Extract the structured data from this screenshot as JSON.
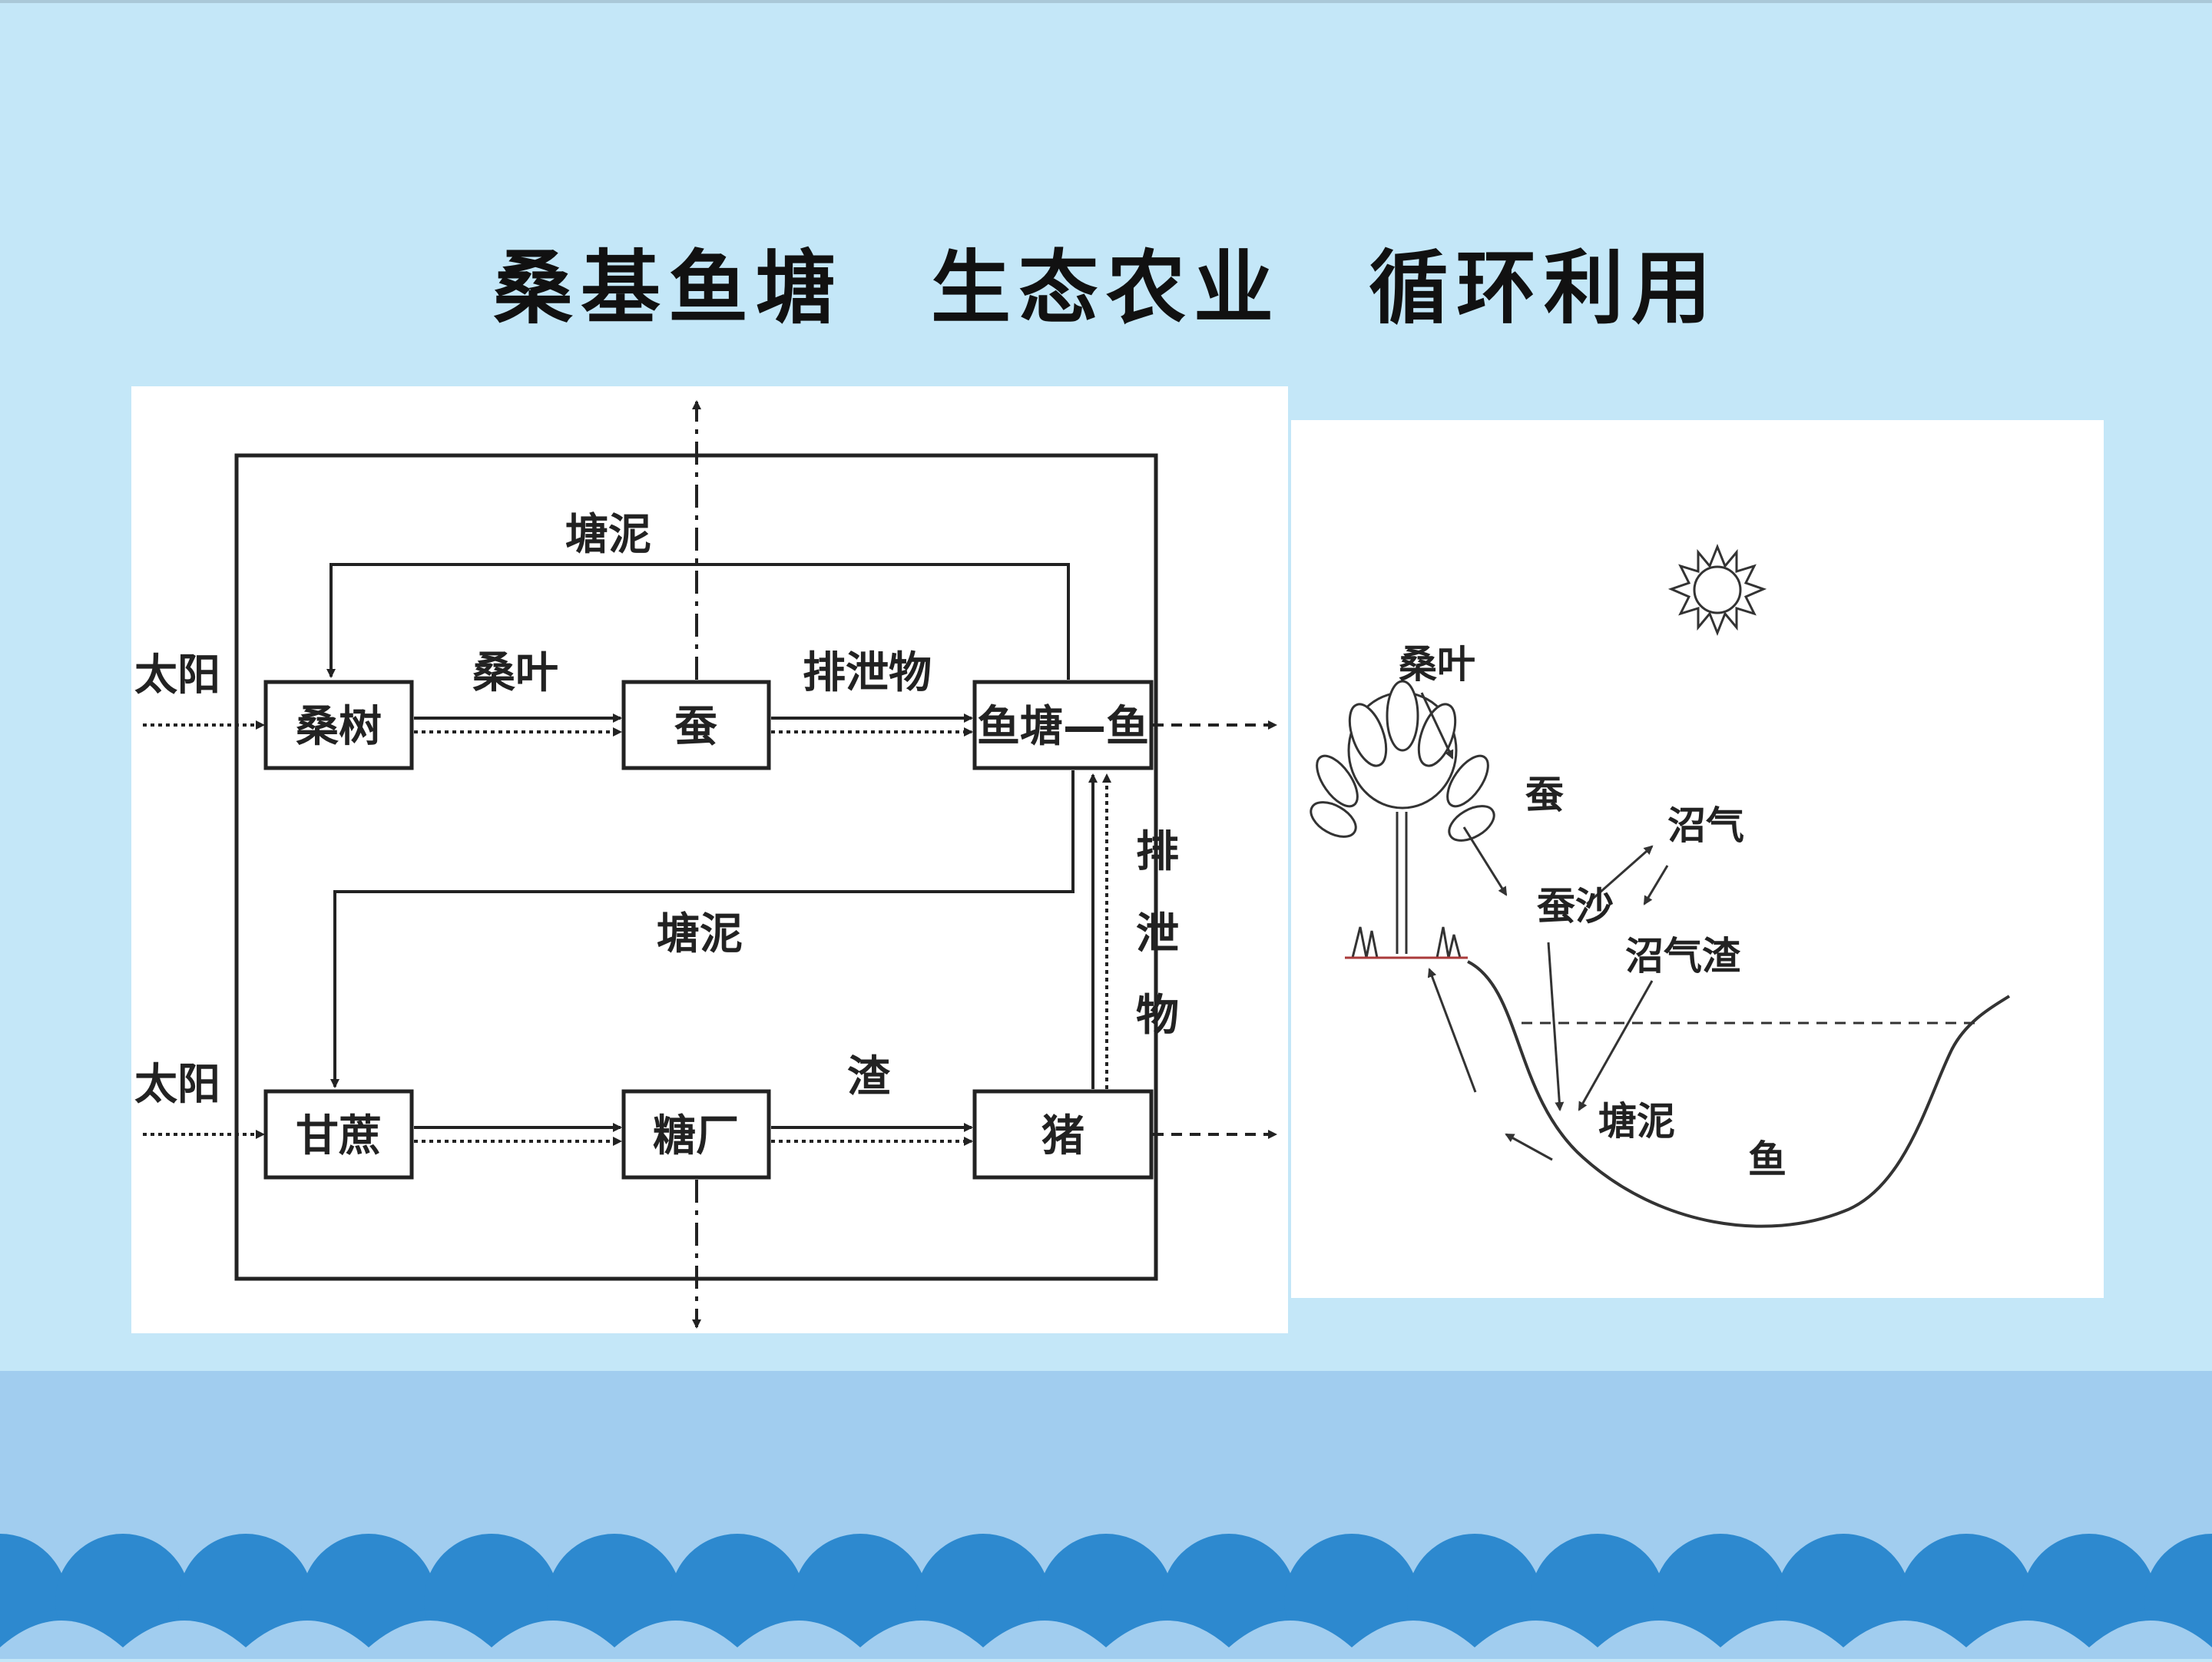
{
  "title": "桑基鱼塘　生态农业　循环利用",
  "flow_diagram": {
    "sun_top": "太阳",
    "sun_bottom": "太阳",
    "mulberry_tree": "桑树",
    "silkworm": "蚕",
    "fishpond": "鱼塘—鱼",
    "sugarcane": "甘蔗",
    "sugar_mill": "糖厂",
    "pig": "猪",
    "pond_mud_top": "塘泥",
    "pond_mud_mid": "塘泥",
    "mulberry_leaf": "桑叶",
    "excrement_top": "排泄物",
    "excrement_vertical": [
      "排",
      "泄",
      "物"
    ],
    "residue": "渣"
  },
  "scene_diagram": {
    "mulberry_leaf": "桑叶",
    "silkworm": "蚕",
    "silkworm_excrement": "蚕沙",
    "biogas": "沼气",
    "biogas_residue": "沼气渣",
    "pond_mud": "塘泥",
    "fish": "鱼"
  },
  "colors": {
    "background": "#c4e7f8",
    "footer": "#a1cdef",
    "scallop": "#2d89cf"
  }
}
